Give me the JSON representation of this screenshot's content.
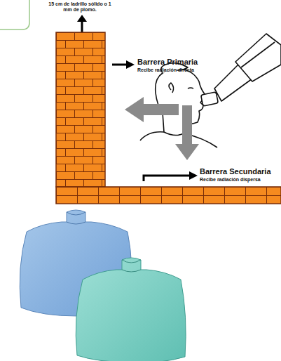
{
  "diagram": {
    "labels": [
      "15 cm de ladrillo sólido o 1 mm de plomo.",
      "Barrera Primaria",
      "Recibe radiación directa",
      "Barrera Secundaria",
      "Recibe radiación dispersa"
    ]
  }
}
